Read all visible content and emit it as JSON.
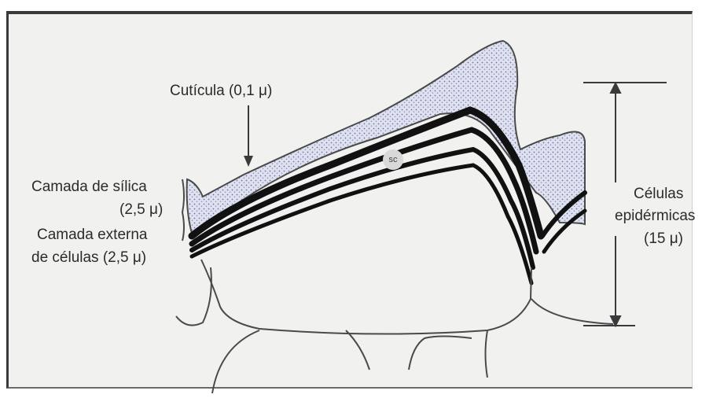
{
  "labels": {
    "cuticle": "Cutícula (0,1 μ)",
    "silica_line1": "Camada de sílica",
    "silica_line2": "(2,5 μ)",
    "outer_cells_line1": "Camada externa",
    "outer_cells_line2": "de células (2,5 μ)",
    "epidermal_line1": "Células",
    "epidermal_line2": "epidérmicas",
    "epidermal_line3": "(15 μ)",
    "sc_marker": "sc"
  },
  "colors": {
    "background": "#f1f1ef",
    "silica_fill": "#d3d7e8",
    "layer_black": "#111111",
    "outline": "#4a4a4a",
    "text": "#2b2b2b"
  }
}
